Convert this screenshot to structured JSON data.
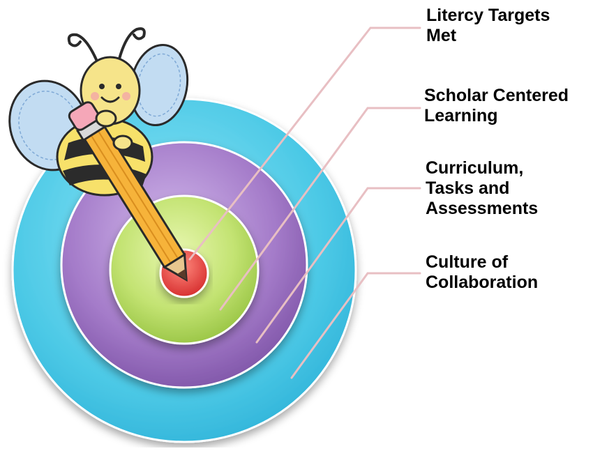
{
  "diagram": {
    "type": "target-rings",
    "rings": [
      {
        "label_lines": [
          "Culture of",
          "Collaboration"
        ],
        "color": "#3fc4e4"
      },
      {
        "label_lines": [
          "Curriculum,",
          "Tasks and",
          "Assessments"
        ],
        "color": "#a174c4"
      },
      {
        "label_lines": [
          "Scholar Centered",
          "Learning"
        ],
        "color": "#b5dc5f"
      },
      {
        "label_lines": [
          "Litercy Targets",
          "Met"
        ],
        "color": "#e84a4a"
      }
    ],
    "leader_line_color": "#e8bfc3",
    "illustration": "bee-with-pencil"
  }
}
